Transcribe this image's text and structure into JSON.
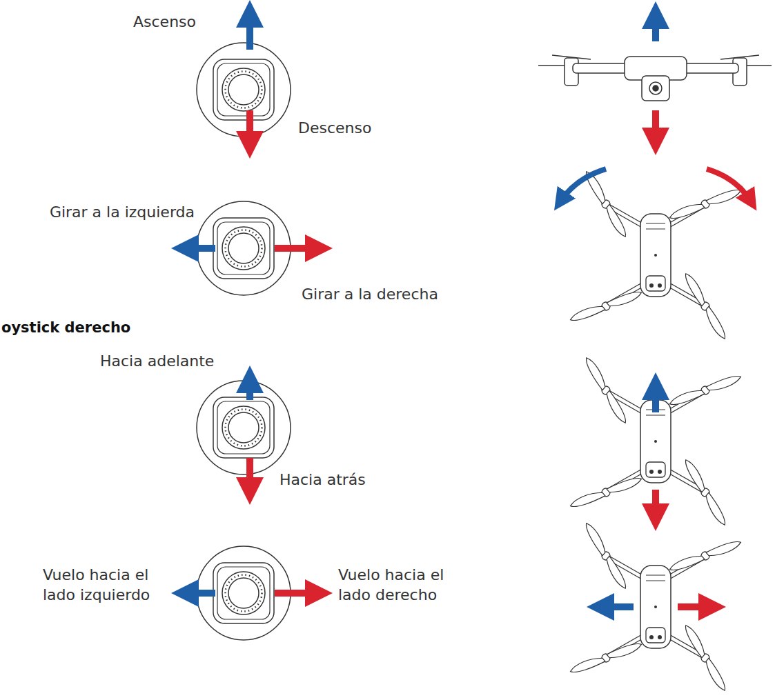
{
  "diagram": {
    "labels": [
      "Ascenso",
      "Descenso",
      "Girar a la izquierda",
      "Girar a la derecha",
      "oystick derecho",
      "Hacia adelante",
      "Hacia atrás",
      "Vuelo hacia el lado izquierdo",
      "Vuelo hacia el lado derecho"
    ]
  }
}
